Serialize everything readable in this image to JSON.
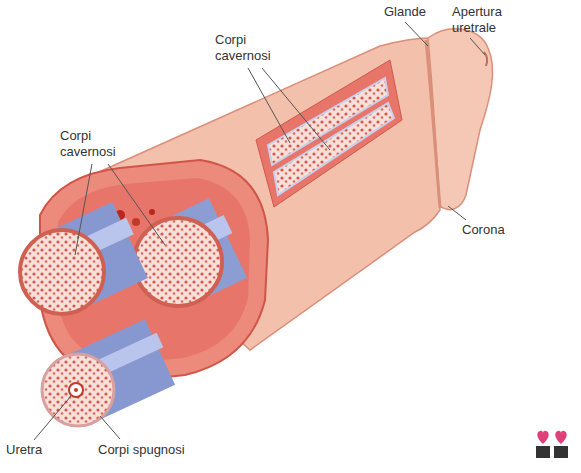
{
  "diagram": {
    "labels": [
      "Glande",
      "Apertura uretrale",
      "Corpi cavernosi",
      "Corpi cavernosi",
      "Corona",
      "Uretra",
      "Corpi spugnosi"
    ]
  }
}
